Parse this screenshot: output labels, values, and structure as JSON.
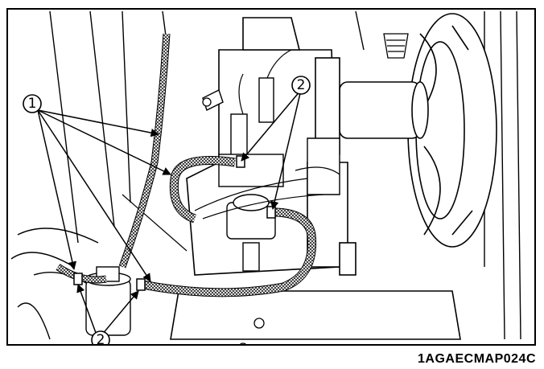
{
  "figure": {
    "code": "1AGAECMAP024C",
    "callouts": [
      {
        "number": "1"
      },
      {
        "number": "2"
      },
      {
        "number": "2"
      }
    ]
  },
  "colors": {
    "ink": "#000000",
    "paper": "#ffffff",
    "hose_fill": "#c8c8c8"
  }
}
